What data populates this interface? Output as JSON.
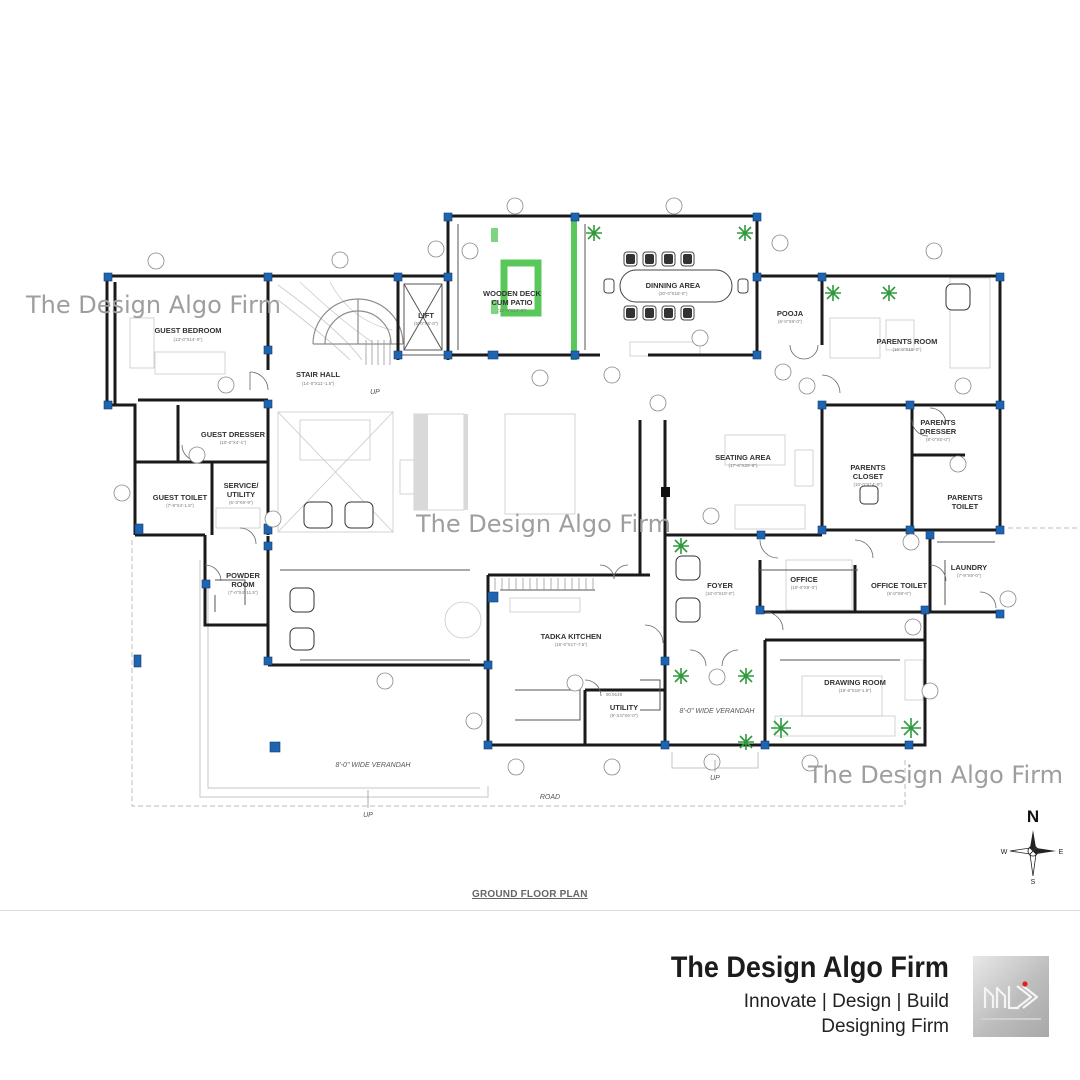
{
  "watermark": "The Design Algo Firm",
  "plan": {
    "title": "GROUND FLOOR PLAN",
    "rooms": {
      "guest_bedroom": {
        "name": "GUEST BEDROOM",
        "dim": "(13'-0\"X14'-0\")"
      },
      "stair_hall": {
        "name": "STAIR HALL",
        "dim": "(14'-0\"X11'-1.5\")"
      },
      "lift": {
        "name": "LIFT",
        "dim": "(5'-0\"X5'-0\")"
      },
      "wooden_deck": {
        "name_l1": "WOODEN DECK",
        "name_l2": "CUM PATIO",
        "dim": "(12'-0\"X12'-0\")"
      },
      "dining": {
        "name": "DINNING AREA",
        "dim": "(20'-0\"X16'-0\")"
      },
      "pooja": {
        "name": "POOJA",
        "dim": "(6'-0\"X8'-0\")"
      },
      "parents_room": {
        "name": "PARENTS ROOM",
        "dim": "(16'-0\"X15'-0\")"
      },
      "guest_dresser": {
        "name": "GUEST DRESSER",
        "dim": "(10'-0\"X4'-1\")"
      },
      "guest_toilet": {
        "name": "GUEST TOILET",
        "dim": "(7'-9\"X4'-1.5\")"
      },
      "service_utility": {
        "name_l1": "SERVICE/",
        "name_l2": "UTILITY",
        "dim": "(6'-3\"X9'-9\")"
      },
      "seating": {
        "name": "SEATING AREA",
        "dim": "(17'-6\"X20'-6\")"
      },
      "parents_dresser": {
        "name_l1": "PARENTS",
        "name_l2": "DRESSER",
        "dim": "(8'-0\"X5'-0\")"
      },
      "parents_closet": {
        "name_l1": "PARENTS",
        "name_l2": "CLOSET",
        "dim": "(10'-0\"X14'-0\")"
      },
      "parents_toilet": {
        "name_l1": "PARENTS",
        "name_l2": "TOILET"
      },
      "powder_room": {
        "name_l1": "POWDER",
        "name_l2": "ROOM",
        "dim": "(7'-0\"X4'-11.5\")"
      },
      "tadka_kitchen": {
        "name": "TADKA KITCHEN",
        "dim": "(16'-0\"X17'-7.5\")"
      },
      "foyer": {
        "name": "FOYER",
        "dim": "(10'-0\"X10'-0\")"
      },
      "office": {
        "name": "OFFICE",
        "dim": "(10'-0\"X9'-0\")"
      },
      "office_toilet": {
        "name": "OFFICE TOILET",
        "dim": "(5'-0\"X9'-0\")"
      },
      "laundry": {
        "name": "LAUNDRY",
        "dim": "(7'-9\"X9'-0\")"
      },
      "drawing": {
        "name": "DRAWING ROOM",
        "dim": "(19'-6\"X19'-1.5\")"
      },
      "utility": {
        "name": "UTILITY",
        "dim": "(9'-3.5\"X6'-0\")"
      }
    },
    "notes": {
      "verandah_main": "8'-0\" WIDE VERANDAH",
      "verandah_entry": "8'-0\" WIDE VERANDAH",
      "road": "ROAD",
      "up": "UP",
      "ref": "00.9149"
    },
    "compass": {
      "n": "N",
      "s": "S",
      "e": "E",
      "w": "W"
    }
  },
  "brand": {
    "name": "The Design Algo Firm",
    "tagline": "Innovate | Design | Build",
    "subtitle": "Designing Firm"
  },
  "colors": {
    "column": "#1f64b0",
    "deck_green": "#59c85a",
    "plant": "#2f9a3b",
    "wall": "#1a1a1a"
  }
}
